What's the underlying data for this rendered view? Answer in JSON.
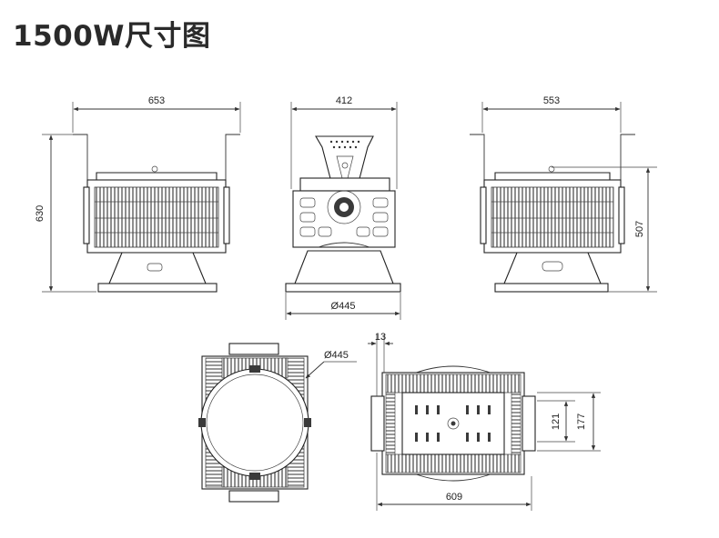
{
  "title": "1500W尺寸图",
  "dimensions": {
    "front_width": "653",
    "front_height": "630",
    "side_width": "412",
    "side_base_diameter": "Ø445",
    "back_width": "553",
    "back_height": "507",
    "bottom_diameter": "Ø445",
    "mount_offset": "13",
    "mount_hole_spacing": "121",
    "mount_bracket_height": "177",
    "top_length": "609"
  }
}
